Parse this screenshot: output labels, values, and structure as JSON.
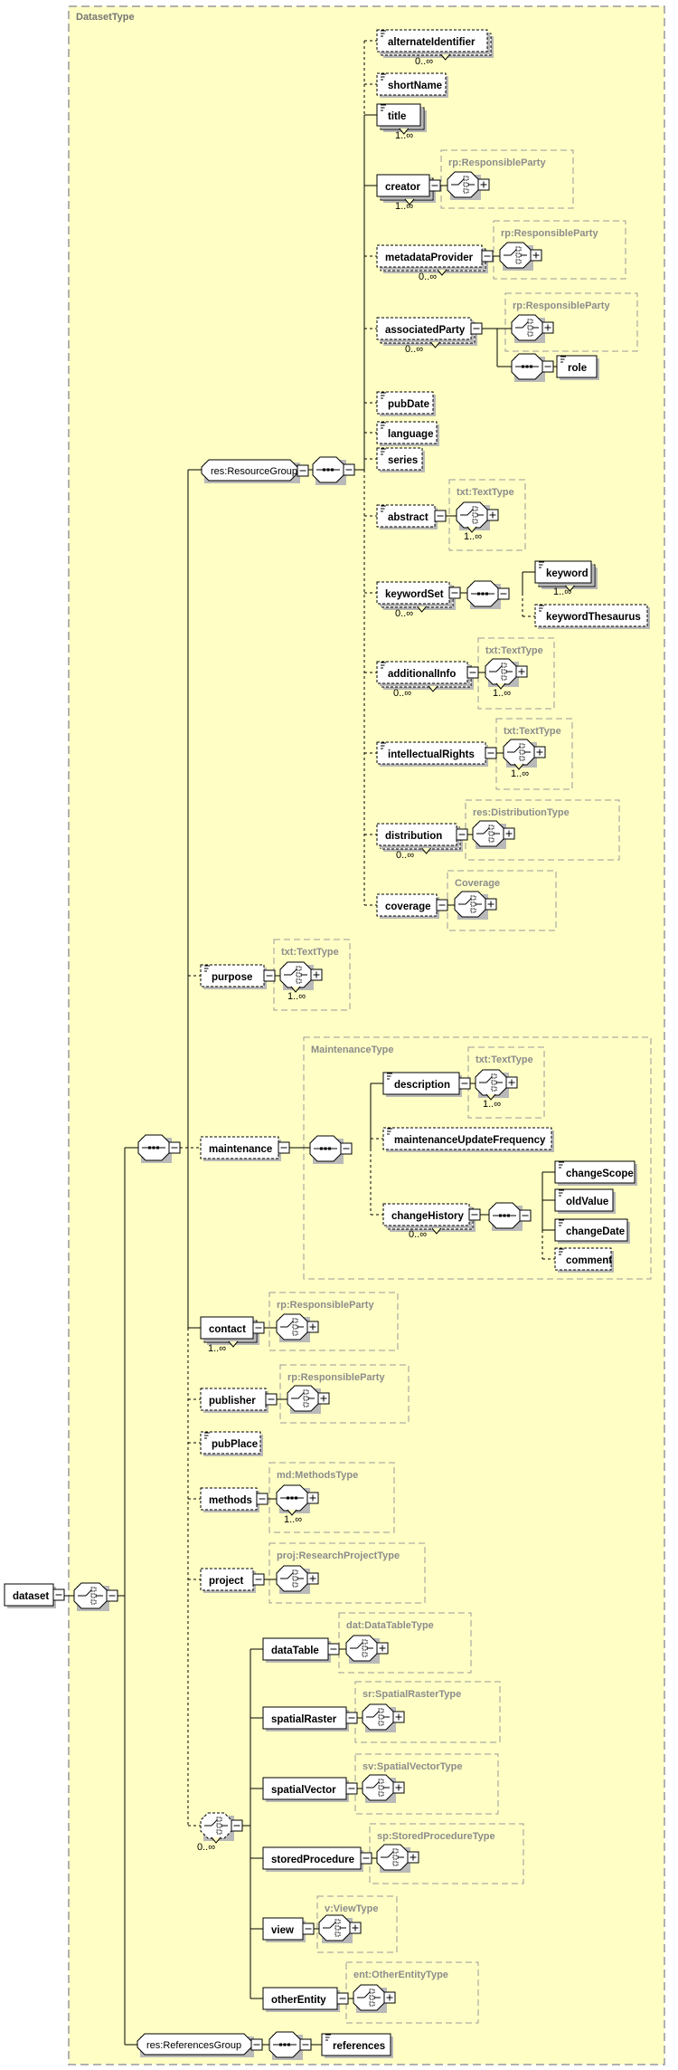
{
  "diagram": {
    "title": "DatasetType"
  },
  "colors": {
    "canvas": "#ffffff",
    "frame_fill": "#ffffc5",
    "frame_border": "#98989b",
    "frame_label": "#8c8c8c",
    "box_fill": "#ffffff",
    "box_border": "#000000",
    "shadow": "#b9b9b9",
    "line": "#000000",
    "text": "#000000"
  },
  "occurs_labels": {
    "zero_many": "0..∞",
    "one_many": "1..∞"
  },
  "nodes": [
    {
      "id": "dataset",
      "label": "dataset",
      "kind": "element",
      "optional": false,
      "stacked": false,
      "glyph": false,
      "occurs": null
    },
    {
      "id": "bigseq",
      "label": "",
      "kind": "sequence",
      "optional": false,
      "occurs": null
    },
    {
      "id": "resourceGroup",
      "label": "res:ResourceGroup",
      "kind": "group",
      "optional": false,
      "occurs": null
    },
    {
      "id": "seqB",
      "label": "",
      "kind": "sequence",
      "optional": false,
      "occurs": null
    },
    {
      "id": "alternateIdentifier",
      "label": "alternateIdentifier",
      "kind": "element",
      "optional": true,
      "stacked": true,
      "glyph": true,
      "occurs": "0..∞"
    },
    {
      "id": "shortName",
      "label": "shortName",
      "kind": "element",
      "optional": true,
      "stacked": false,
      "glyph": true,
      "occurs": null
    },
    {
      "id": "title",
      "label": "title",
      "kind": "element",
      "optional": false,
      "stacked": true,
      "glyph": true,
      "occurs": "1..∞"
    },
    {
      "id": "creator",
      "label": "creator",
      "kind": "element",
      "optional": false,
      "stacked": true,
      "glyph": false,
      "occurs": "1..∞"
    },
    {
      "id": "creatorOct",
      "label": "",
      "kind": "choice",
      "optional": false,
      "occurs": null,
      "plus": true
    },
    {
      "id": "metadataProvider",
      "label": "metadataProvider",
      "kind": "element",
      "optional": true,
      "stacked": true,
      "glyph": false,
      "occurs": "0..∞"
    },
    {
      "id": "metadataOct",
      "label": "",
      "kind": "choice",
      "optional": false,
      "occurs": null,
      "plus": true
    },
    {
      "id": "associatedParty",
      "label": "associatedParty",
      "kind": "element",
      "optional": true,
      "stacked": true,
      "glyph": false,
      "occurs": "0..∞"
    },
    {
      "id": "assocOct",
      "label": "",
      "kind": "choice",
      "optional": false,
      "occurs": null,
      "plus": true
    },
    {
      "id": "seqC",
      "label": "",
      "kind": "sequence",
      "optional": false,
      "occurs": null
    },
    {
      "id": "role",
      "label": "role",
      "kind": "element",
      "optional": false,
      "stacked": false,
      "glyph": true,
      "occurs": null
    },
    {
      "id": "pubDate",
      "label": "pubDate",
      "kind": "element",
      "optional": true,
      "stacked": false,
      "glyph": true,
      "occurs": null
    },
    {
      "id": "language",
      "label": "language",
      "kind": "element",
      "optional": true,
      "stacked": false,
      "glyph": true,
      "occurs": null
    },
    {
      "id": "series",
      "label": "series",
      "kind": "element",
      "optional": true,
      "stacked": false,
      "glyph": true,
      "occurs": null
    },
    {
      "id": "abstract",
      "label": "abstract",
      "kind": "element",
      "optional": true,
      "stacked": false,
      "glyph": true,
      "occurs": null
    },
    {
      "id": "abstractOct",
      "label": "",
      "kind": "choice",
      "optional": false,
      "occurs": "1..∞",
      "plus": true
    },
    {
      "id": "keywordSet",
      "label": "keywordSet",
      "kind": "element",
      "optional": true,
      "stacked": true,
      "glyph": false,
      "occurs": "0..∞"
    },
    {
      "id": "seqD",
      "label": "",
      "kind": "sequence",
      "optional": false,
      "occurs": null
    },
    {
      "id": "keyword",
      "label": "keyword",
      "kind": "element",
      "optional": false,
      "stacked": true,
      "glyph": true,
      "occurs": "1..∞"
    },
    {
      "id": "keywordThesaurus",
      "label": "keywordThesaurus",
      "kind": "element",
      "optional": true,
      "stacked": false,
      "glyph": true,
      "occurs": null
    },
    {
      "id": "additionalInfo",
      "label": "additionalInfo",
      "kind": "element",
      "optional": true,
      "stacked": true,
      "glyph": true,
      "occurs": "0..∞"
    },
    {
      "id": "additionalInfoOct",
      "label": "",
      "kind": "choice",
      "optional": false,
      "occurs": "1..∞",
      "plus": true
    },
    {
      "id": "intellectualRights",
      "label": "intellectualRights",
      "kind": "element",
      "optional": true,
      "stacked": false,
      "glyph": true,
      "occurs": null
    },
    {
      "id": "intellectualOct",
      "label": "",
      "kind": "choice",
      "optional": false,
      "occurs": "1..∞",
      "plus": true
    },
    {
      "id": "distribution",
      "label": "distribution",
      "kind": "element",
      "optional": true,
      "stacked": true,
      "glyph": false,
      "occurs": "0..∞"
    },
    {
      "id": "distributionOct",
      "label": "",
      "kind": "choice",
      "optional": false,
      "occurs": null,
      "plus": true
    },
    {
      "id": "coverage",
      "label": "coverage",
      "kind": "element",
      "optional": true,
      "stacked": false,
      "glyph": false,
      "occurs": null
    },
    {
      "id": "coverageOct",
      "label": "",
      "kind": "choice",
      "optional": false,
      "occurs": null,
      "plus": true
    },
    {
      "id": "purpose",
      "label": "purpose",
      "kind": "element",
      "optional": true,
      "stacked": false,
      "glyph": true,
      "occurs": null
    },
    {
      "id": "purposeOct",
      "label": "",
      "kind": "choice",
      "optional": false,
      "occurs": "1..∞",
      "plus": true
    },
    {
      "id": "maintenance",
      "label": "maintenance",
      "kind": "element",
      "optional": true,
      "stacked": false,
      "glyph": false,
      "occurs": null
    },
    {
      "id": "seqE",
      "label": "",
      "kind": "sequence",
      "optional": false,
      "occurs": null
    },
    {
      "id": "description",
      "label": "description",
      "kind": "element",
      "optional": false,
      "stacked": false,
      "glyph": true,
      "occurs": null
    },
    {
      "id": "descriptionOct",
      "label": "",
      "kind": "choice",
      "optional": false,
      "occurs": "1..∞",
      "plus": true
    },
    {
      "id": "maintenanceUpdateFrequency",
      "label": "maintenanceUpdateFrequency",
      "kind": "element",
      "optional": true,
      "stacked": false,
      "glyph": true,
      "occurs": null
    },
    {
      "id": "changeHistory",
      "label": "changeHistory",
      "kind": "element",
      "optional": true,
      "stacked": true,
      "glyph": false,
      "occurs": "0..∞"
    },
    {
      "id": "seqF",
      "label": "",
      "kind": "sequence",
      "optional": false,
      "occurs": null
    },
    {
      "id": "changeScope",
      "label": "changeScope",
      "kind": "element",
      "optional": false,
      "stacked": false,
      "glyph": true,
      "occurs": null
    },
    {
      "id": "oldValue",
      "label": "oldValue",
      "kind": "element",
      "optional": false,
      "stacked": false,
      "glyph": true,
      "occurs": null
    },
    {
      "id": "changeDate",
      "label": "changeDate",
      "kind": "element",
      "optional": false,
      "stacked": false,
      "glyph": true,
      "occurs": null
    },
    {
      "id": "comment",
      "label": "comment",
      "kind": "element",
      "optional": true,
      "stacked": false,
      "glyph": true,
      "occurs": null
    },
    {
      "id": "contact",
      "label": "contact",
      "kind": "element",
      "optional": false,
      "stacked": true,
      "glyph": false,
      "occurs": "1..∞"
    },
    {
      "id": "contactOct",
      "label": "",
      "kind": "choice",
      "optional": false,
      "occurs": null,
      "plus": true
    },
    {
      "id": "publisher",
      "label": "publisher",
      "kind": "element",
      "optional": true,
      "stacked": false,
      "glyph": false,
      "occurs": null
    },
    {
      "id": "publisherOct",
      "label": "",
      "kind": "choice",
      "optional": false,
      "occurs": null,
      "plus": true
    },
    {
      "id": "pubPlace",
      "label": "pubPlace",
      "kind": "element",
      "optional": true,
      "stacked": false,
      "glyph": true,
      "occurs": null
    },
    {
      "id": "methods",
      "label": "methods",
      "kind": "element",
      "optional": true,
      "stacked": false,
      "glyph": false,
      "occurs": null
    },
    {
      "id": "methodsOct",
      "label": "",
      "kind": "sequence",
      "optional": false,
      "occurs": "1..∞",
      "plus": true
    },
    {
      "id": "project",
      "label": "project",
      "kind": "element",
      "optional": true,
      "stacked": false,
      "glyph": false,
      "occurs": null
    },
    {
      "id": "projectOct",
      "label": "",
      "kind": "choice",
      "optional": false,
      "occurs": null,
      "plus": true
    },
    {
      "id": "choiceG",
      "label": "",
      "kind": "choice",
      "optional": true,
      "occurs": "0..∞"
    },
    {
      "id": "dataTable",
      "label": "dataTable",
      "kind": "element",
      "optional": false,
      "stacked": false,
      "glyph": false,
      "occurs": null
    },
    {
      "id": "dataTableOct",
      "label": "",
      "kind": "choice",
      "optional": false,
      "occurs": null,
      "plus": true
    },
    {
      "id": "spatialRaster",
      "label": "spatialRaster",
      "kind": "element",
      "optional": false,
      "stacked": false,
      "glyph": false,
      "occurs": null
    },
    {
      "id": "spatialRasterOct",
      "label": "",
      "kind": "choice",
      "optional": false,
      "occurs": null,
      "plus": true
    },
    {
      "id": "spatialVector",
      "label": "spatialVector",
      "kind": "element",
      "optional": false,
      "stacked": false,
      "glyph": false,
      "occurs": null
    },
    {
      "id": "spatialVectorOct",
      "label": "",
      "kind": "choice",
      "optional": false,
      "occurs": null,
      "plus": true
    },
    {
      "id": "storedProcedure",
      "label": "storedProcedure",
      "kind": "element",
      "optional": false,
      "stacked": false,
      "glyph": false,
      "occurs": null
    },
    {
      "id": "storedProcedureOct",
      "label": "",
      "kind": "choice",
      "optional": false,
      "occurs": null,
      "plus": true
    },
    {
      "id": "view",
      "label": "view",
      "kind": "element",
      "optional": false,
      "stacked": false,
      "glyph": false,
      "occurs": null
    },
    {
      "id": "viewOct",
      "label": "",
      "kind": "choice",
      "optional": false,
      "occurs": null,
      "plus": true
    },
    {
      "id": "otherEntity",
      "label": "otherEntity",
      "kind": "element",
      "optional": false,
      "stacked": false,
      "glyph": false,
      "occurs": null
    },
    {
      "id": "otherEntityOct",
      "label": "",
      "kind": "choice",
      "optional": false,
      "occurs": null,
      "plus": true
    },
    {
      "id": "referencesGroup",
      "label": "res:ReferencesGroup",
      "kind": "group",
      "optional": false,
      "occurs": null
    },
    {
      "id": "seqH",
      "label": "",
      "kind": "sequence",
      "optional": false,
      "occurs": null
    },
    {
      "id": "references",
      "label": "references",
      "kind": "element",
      "optional": false,
      "stacked": false,
      "glyph": true,
      "occurs": null
    }
  ],
  "frames": [
    {
      "id": "f_creator",
      "label": "rp:ResponsibleParty"
    },
    {
      "id": "f_metadata",
      "label": "rp:ResponsibleParty"
    },
    {
      "id": "f_assoc",
      "label": "rp:ResponsibleParty"
    },
    {
      "id": "f_abstract",
      "label": "txt:TextType"
    },
    {
      "id": "f_addinfo",
      "label": "txt:TextType"
    },
    {
      "id": "f_intellectual",
      "label": "txt:TextType"
    },
    {
      "id": "f_distribution",
      "label": "res:DistributionType"
    },
    {
      "id": "f_coverage",
      "label": "Coverage"
    },
    {
      "id": "f_purpose",
      "label": "txt:TextType"
    },
    {
      "id": "f_maintenance",
      "label": "MaintenanceType"
    },
    {
      "id": "f_description",
      "label": "txt:TextType"
    },
    {
      "id": "f_contact",
      "label": "rp:ResponsibleParty"
    },
    {
      "id": "f_publisher",
      "label": "rp:ResponsibleParty"
    },
    {
      "id": "f_methods",
      "label": "md:MethodsType"
    },
    {
      "id": "f_project",
      "label": "proj:ResearchProjectType"
    },
    {
      "id": "f_dataTable",
      "label": "dat:DataTableType"
    },
    {
      "id": "f_spatialRaster",
      "label": "sr:SpatialRasterType"
    },
    {
      "id": "f_spatialVector",
      "label": "sv:SpatialVectorType"
    },
    {
      "id": "f_storedProcedure",
      "label": "sp:StoredProcedureType"
    },
    {
      "id": "f_view",
      "label": "v:ViewType"
    },
    {
      "id": "f_otherEntity",
      "label": "ent:OtherEntityType"
    }
  ]
}
